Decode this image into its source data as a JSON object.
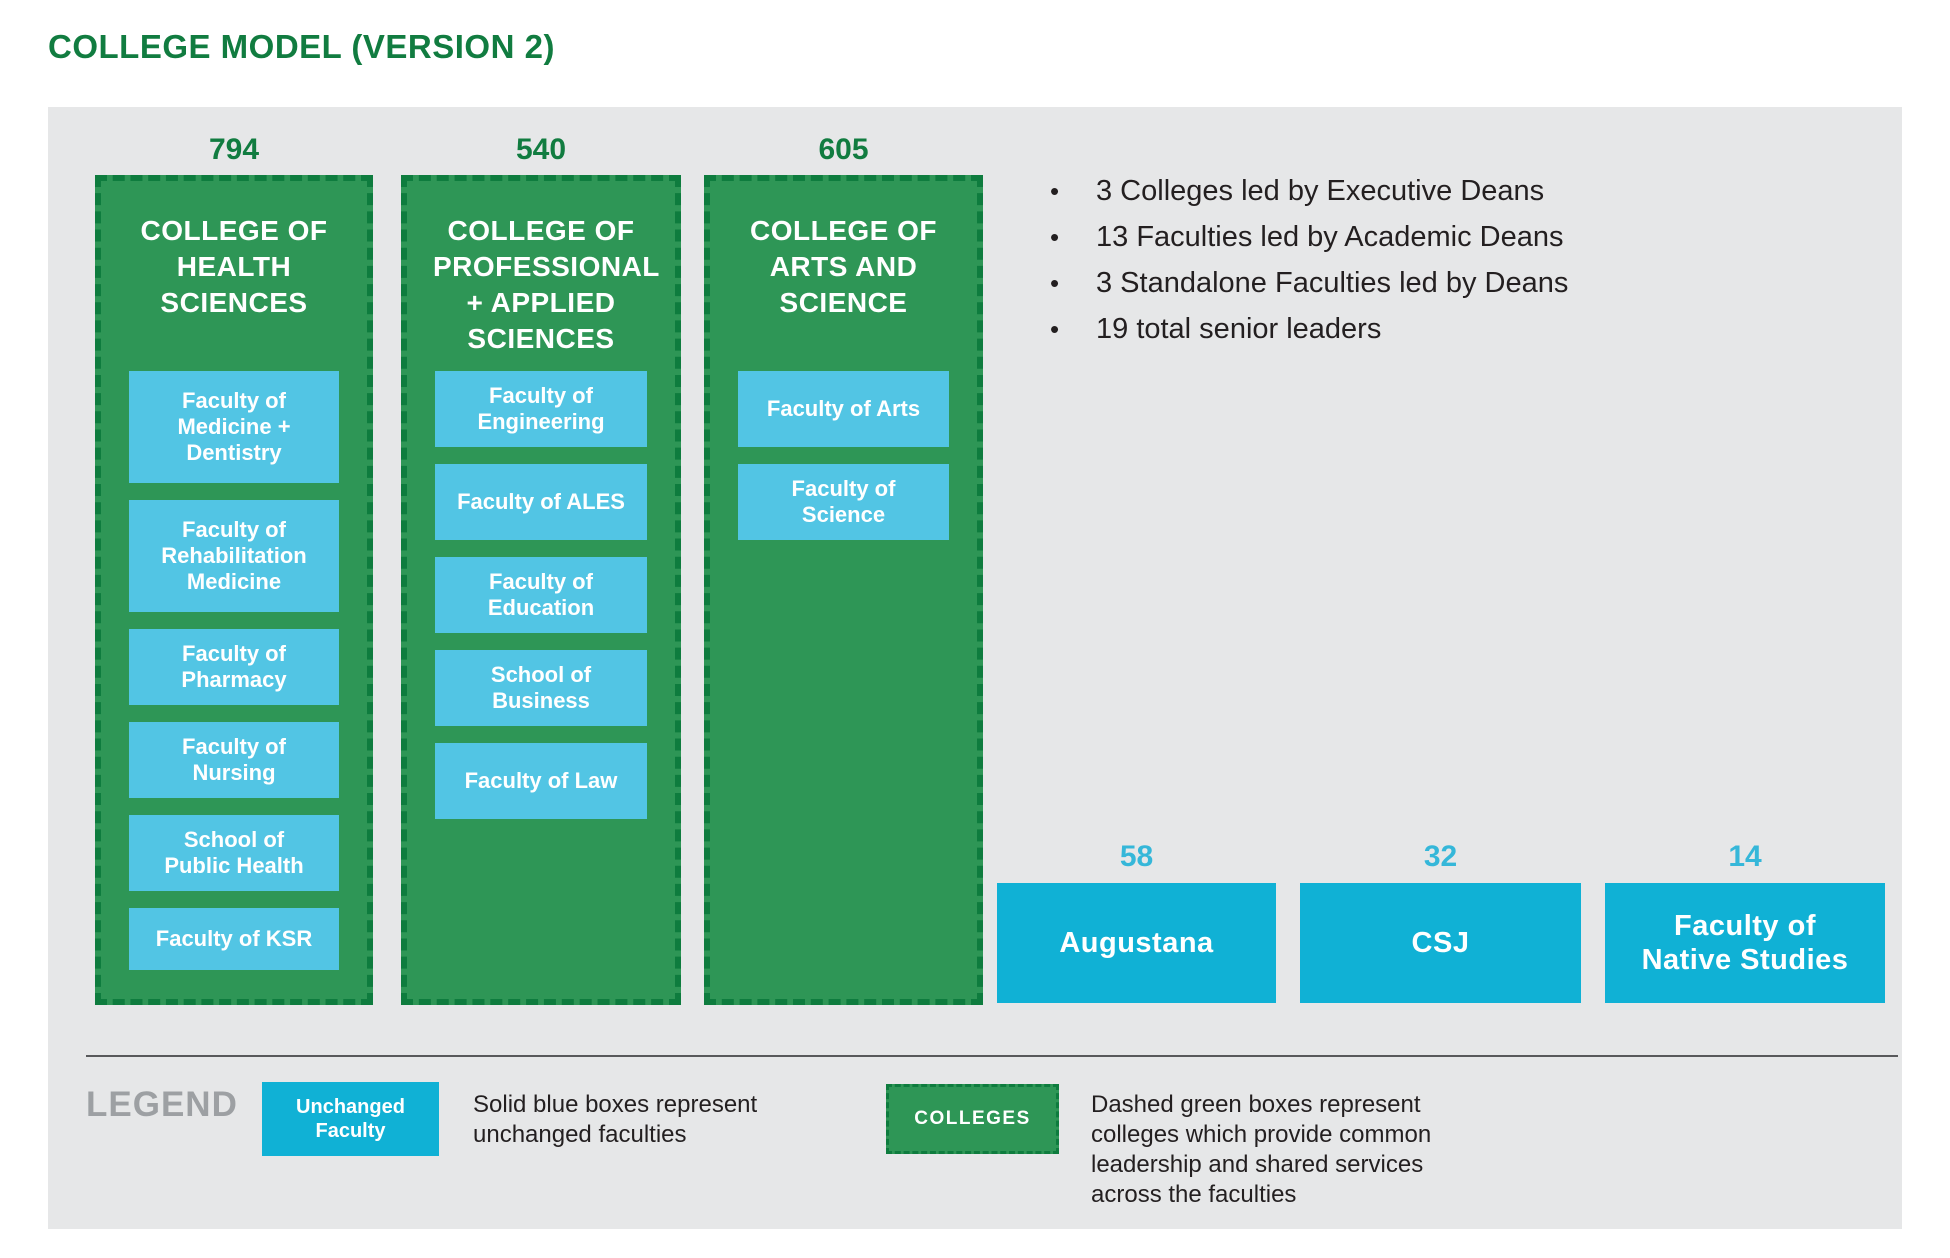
{
  "title": "COLLEGE MODEL (VERSION 2)",
  "colleges": [
    {
      "count": "794",
      "name": "COLLEGE OF\nHEALTH\nSCIENCES",
      "faculties": [
        "Faculty of\nMedicine +\nDentistry",
        "Faculty of\nRehabilitation\nMedicine",
        "Faculty of\nPharmacy",
        "Faculty of\nNursing",
        "School of\nPublic Health",
        "Faculty of KSR"
      ]
    },
    {
      "count": "540",
      "name": "COLLEGE OF\nPROFESSIONAL\n+ APPLIED\nSCIENCES",
      "faculties": [
        "Faculty of\nEngineering",
        "Faculty of ALES",
        "Faculty of\nEducation",
        "School of\nBusiness",
        "Faculty of Law"
      ]
    },
    {
      "count": "605",
      "name": "COLLEGE OF\nARTS AND\nSCIENCE",
      "faculties": [
        "Faculty of Arts",
        "Faculty of\nScience"
      ]
    }
  ],
  "bullets": [
    "3 Colleges led by Executive Deans",
    "13 Faculties led by Academic Deans",
    "3 Standalone Faculties led by Deans",
    "19 total senior leaders"
  ],
  "bullet_glyph": "•",
  "standalone_faculties": [
    {
      "count": "58",
      "name": "Augustana"
    },
    {
      "count": "32",
      "name": "CSJ"
    },
    {
      "count": "14",
      "name": "Faculty of\nNative Studies"
    }
  ],
  "legend": {
    "label": "LEGEND",
    "unchanged_swatch": "Unchanged\nFaculty",
    "unchanged_desc": "Solid blue boxes represent\nunchanged faculties",
    "colleges_swatch": "COLLEGES",
    "colleges_desc": "Dashed green boxes represent\ncolleges which provide common\nleadership and shared services\nacross the faculties"
  },
  "colors": {
    "title_green": "#117c40",
    "college_fill_green": "#2e9656",
    "college_dash_green": "#0e7c3e",
    "faculty_blue": "#52c5e4",
    "standalone_cyan": "#10b1d5",
    "standalone_number_cyan": "#35b7d9",
    "panel_gray": "#e6e7e8",
    "text_dark": "#231f20",
    "legend_label_gray": "#9da0a3"
  }
}
